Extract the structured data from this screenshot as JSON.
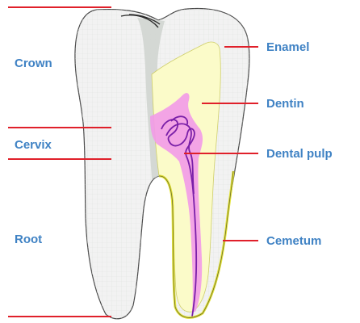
{
  "colors": {
    "label_text": "#3f82c4",
    "marker_line": "#e0202a",
    "enamel": "#f2f2f2",
    "enamel_shadow": "#cfd3cf",
    "dentin": "#fbfbc9",
    "pulp": "#f29ae8",
    "nerve": "#7a1fa8",
    "cementum": "#e3e33a",
    "outline": "#3a3a3a"
  },
  "left_labels": {
    "crown": "Crown",
    "cervix": "Cervix",
    "root": "Root"
  },
  "right_labels": {
    "enamel": "Enamel",
    "dentin": "Dentin",
    "dental_pulp": "Dental pulp",
    "cementum": "Cemetum"
  }
}
